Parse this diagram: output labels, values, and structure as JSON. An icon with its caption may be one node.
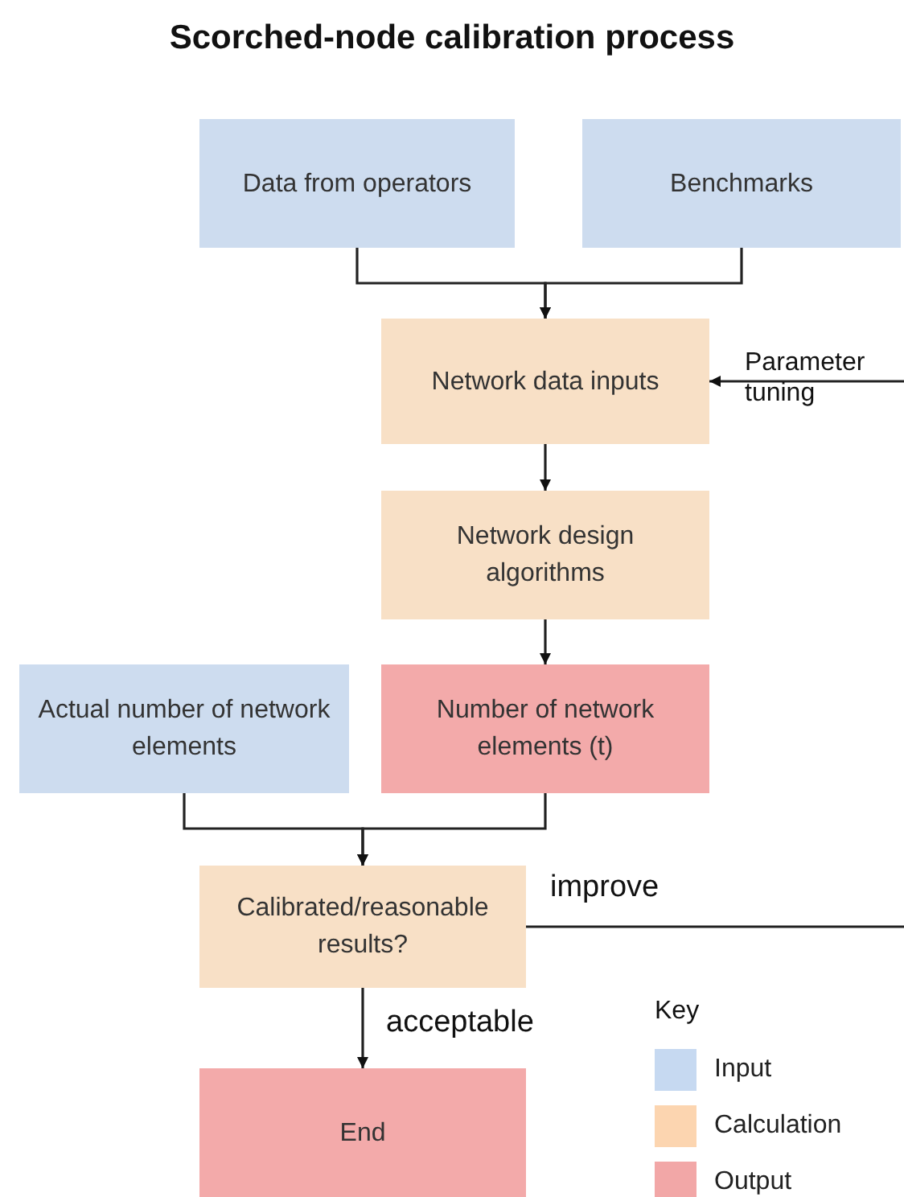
{
  "diagram": {
    "title": "Scorched-node calibration process",
    "nodes": [
      {
        "text": [
          "Data from operators"
        ]
      },
      {
        "text": [
          "Benchmarks"
        ]
      },
      {
        "text": [
          "Network data inputs"
        ]
      },
      {
        "text": [
          "Network design algorithms"
        ]
      },
      {
        "text": [
          "Actual number of network elements"
        ]
      },
      {
        "text": [
          "Number of network elements (t)"
        ]
      },
      {
        "text": [
          "Calibrated/reasonable results?"
        ]
      },
      {
        "text": [
          "End"
        ]
      }
    ],
    "edges": [
      {
        "from": 0,
        "to": 2,
        "arrow": "to"
      },
      {
        "from": 1,
        "to": 2,
        "arrow": "to"
      },
      {
        "from": null,
        "to": 2,
        "arrow": "to",
        "label": "Parameter tuning"
      },
      {
        "from": 2,
        "to": 3,
        "arrow": "to"
      },
      {
        "from": 3,
        "to": 5,
        "arrow": "to"
      },
      {
        "from": 4,
        "to": 6,
        "arrow": "to"
      },
      {
        "from": 5,
        "to": 6,
        "arrow": "to"
      },
      {
        "from": 6,
        "to": null,
        "arrow": "none",
        "label": "improve"
      },
      {
        "from": 6,
        "to": 7,
        "arrow": "to",
        "label": "acceptable"
      }
    ],
    "labels": [
      "Key"
    ],
    "legend": [
      {
        "text": "Input",
        "color": "#c6d9f1"
      },
      {
        "text": "Calculation",
        "color": "#fcd5b0"
      },
      {
        "text": "Output",
        "color": "#f2a7a7"
      }
    ]
  }
}
